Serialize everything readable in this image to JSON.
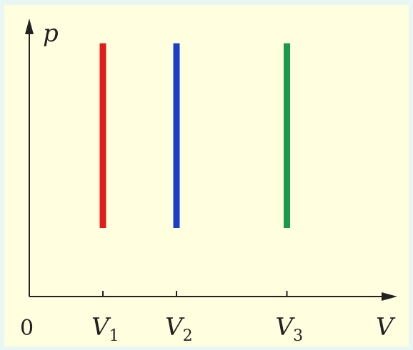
{
  "chart_data": {
    "type": "line",
    "title": "",
    "xlabel": "V",
    "ylabel": "p",
    "origin_label": "0",
    "x_ticks": [
      {
        "label_main": "V",
        "label_sub": "1",
        "x": 1
      },
      {
        "label_main": "V",
        "label_sub": "2",
        "x": 2
      },
      {
        "label_main": "V",
        "label_sub": "3",
        "x": 3.5
      }
    ],
    "series": [
      {
        "x": [
          1,
          1
        ],
        "y": [
          1,
          3.7
        ],
        "color": "#e21b1b"
      },
      {
        "x": [
          2,
          2
        ],
        "y": [
          1,
          3.7
        ],
        "color": "#1c3fc9"
      },
      {
        "x": [
          3.5,
          3.5
        ],
        "y": [
          1,
          3.7
        ],
        "color": "#179a4a"
      }
    ],
    "xlim": [
      0,
      5
    ],
    "ylim": [
      0,
      4.5
    ],
    "grid": false
  }
}
